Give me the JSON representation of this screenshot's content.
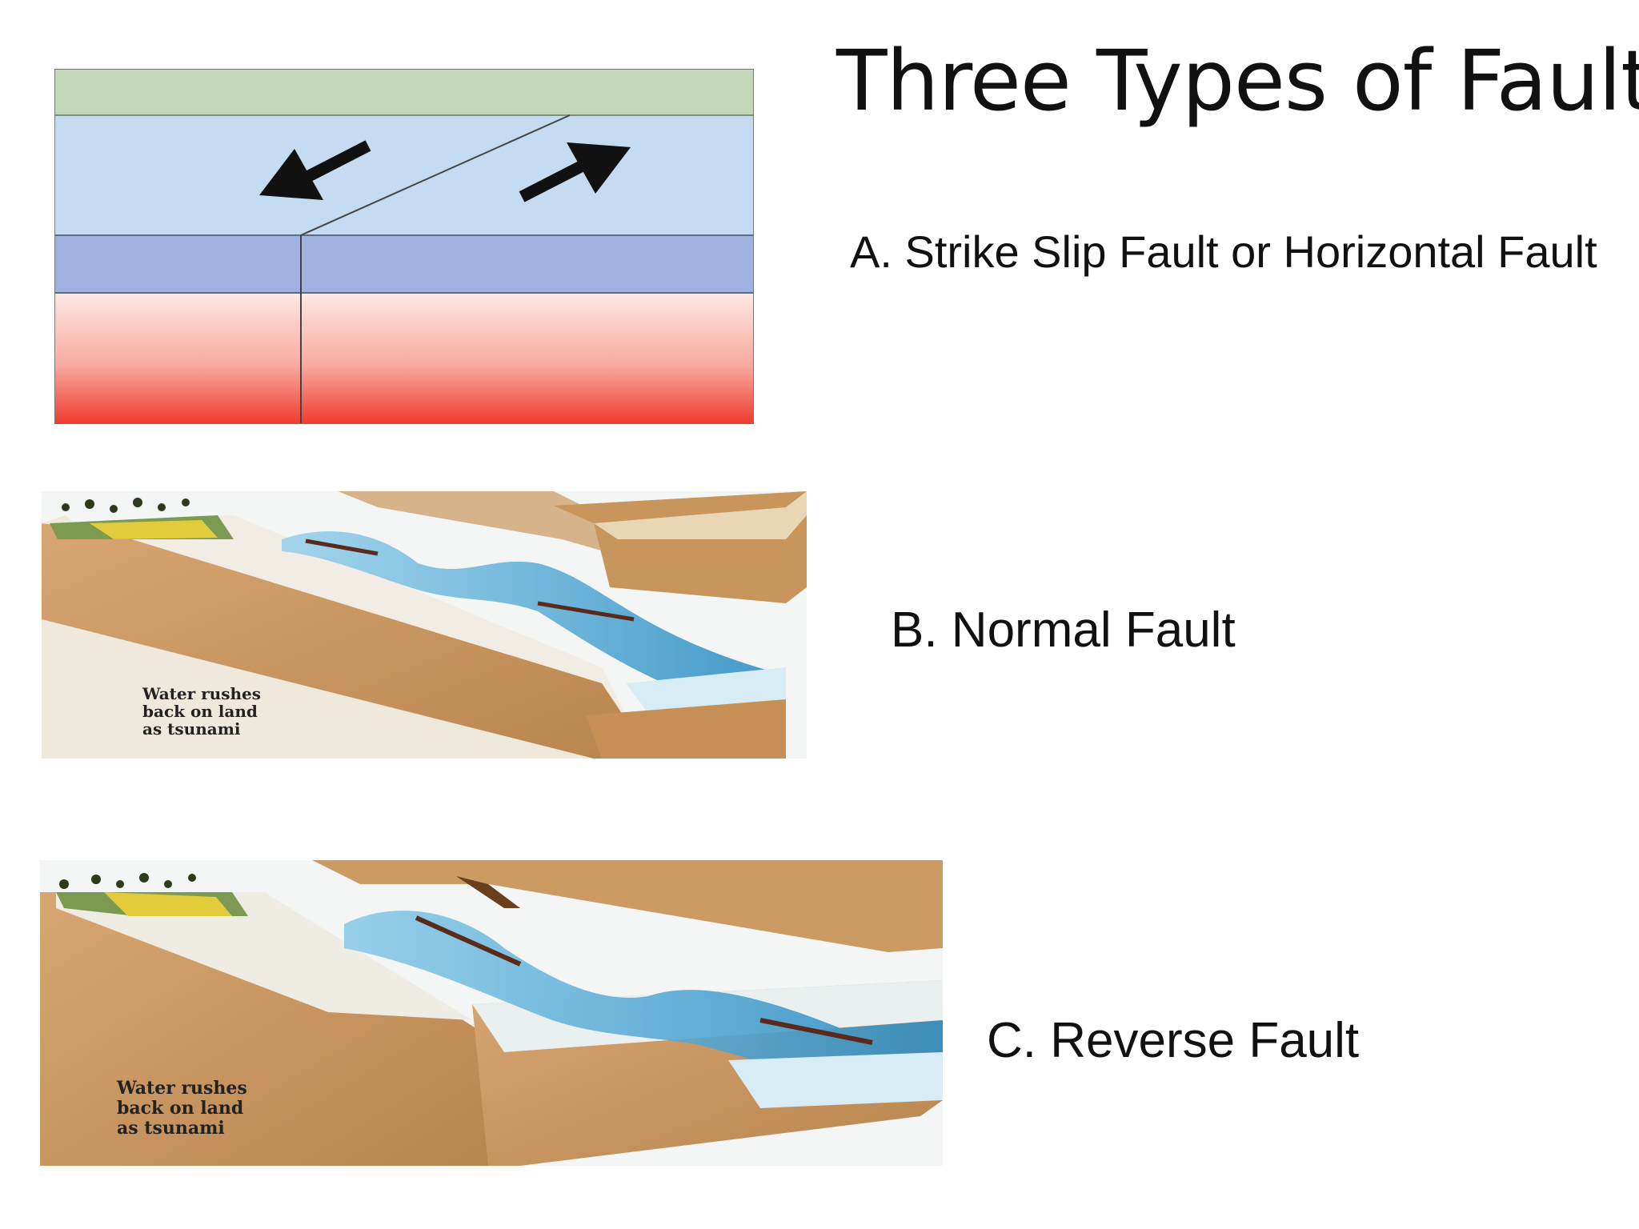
{
  "slide": {
    "title": "Three Types of Fault",
    "labels": {
      "a": "A. Strike Slip Fault or Horizontal Fault",
      "b": "B. Normal Fault",
      "c": "C. Reverse Fault"
    }
  },
  "figures": {
    "normal": {
      "caption_lines": [
        "Water rushes",
        "back on land",
        "as tsunami"
      ]
    },
    "reverse": {
      "caption_lines": [
        "Water rushes",
        "back on land",
        "as tsunami"
      ]
    }
  },
  "colors": {
    "surface_green": "#c3d8b9",
    "water_upper": "#c4dbf1",
    "water_lower": "#9fb1de",
    "mantle_top": "#fde6e0",
    "mantle_bottom": "#ef3a2e",
    "rock": "#cf9e6a",
    "rock_dark": "#b5824d",
    "sea": "#4aa5d4"
  }
}
